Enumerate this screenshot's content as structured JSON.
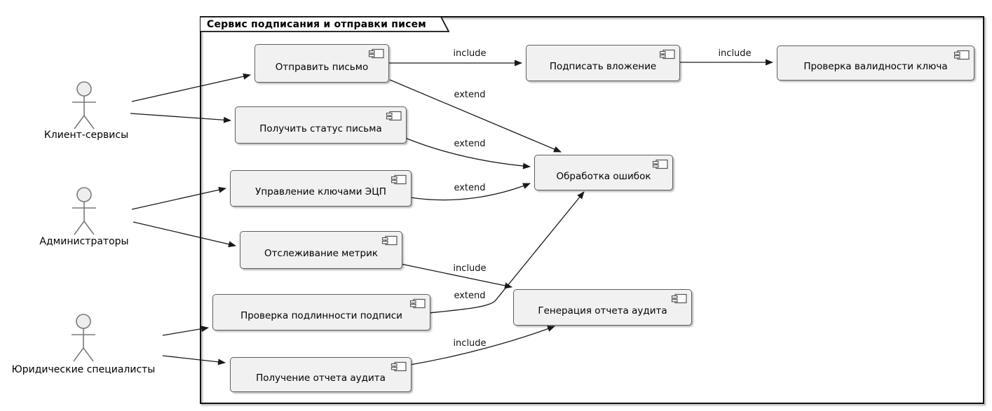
{
  "frame": {
    "title": "Сервис подписания и отправки писем"
  },
  "actors": [
    {
      "id": "client-services",
      "label": "Клиент-сервисы"
    },
    {
      "id": "administrators",
      "label": "Администраторы"
    },
    {
      "id": "legal-specialists",
      "label": "Юридические специалисты"
    }
  ],
  "usecases": [
    {
      "id": "send-letter",
      "label": "Отправить письмо"
    },
    {
      "id": "sign-attachment",
      "label": "Подписать вложение"
    },
    {
      "id": "key-validity-check",
      "label": "Проверка валидности ключа"
    },
    {
      "id": "get-letter-status",
      "label": "Получить статус письма"
    },
    {
      "id": "manage-keys",
      "label": "Управление ключами ЭЦП"
    },
    {
      "id": "error-handling",
      "label": "Обработка ошибок"
    },
    {
      "id": "metrics-tracking",
      "label": "Отслеживание метрик"
    },
    {
      "id": "signature-authenticity-check",
      "label": "Проверка подлинности подписи"
    },
    {
      "id": "audit-report-generation",
      "label": "Генерация отчета аудита"
    },
    {
      "id": "audit-report-retrieval",
      "label": "Получение отчета аудита"
    }
  ],
  "relations": [
    {
      "from": "Отправить письмо",
      "to": "Подписать вложение",
      "label": "include"
    },
    {
      "from": "Подписать вложение",
      "to": "Проверка валидности ключа",
      "label": "include"
    },
    {
      "from": "Отправить письмо",
      "to": "Обработка ошибок",
      "label": "extend"
    },
    {
      "from": "Получить статус письма",
      "to": "Обработка ошибок",
      "label": "extend"
    },
    {
      "from": "Управление ключами ЭЦП",
      "to": "Обработка ошибок",
      "label": "extend"
    },
    {
      "from": "Отслеживание метрик",
      "to": "Генерация отчета аудита",
      "label": "include"
    },
    {
      "from": "Проверка подлинности подписи",
      "to": "Обработка ошибок",
      "label": "extend"
    },
    {
      "from": "Получение отчета аудита",
      "to": "Генерация отчета аудита",
      "label": "include"
    }
  ],
  "associations": [
    {
      "from": "Клиент-сервисы",
      "to": "Отправить письмо"
    },
    {
      "from": "Клиент-сервисы",
      "to": "Получить статус письма"
    },
    {
      "from": "Администраторы",
      "to": "Управление ключами ЭЦП"
    },
    {
      "from": "Администраторы",
      "to": "Отслеживание метрик"
    },
    {
      "from": "Юридические специалисты",
      "to": "Проверка подлинности подписи"
    },
    {
      "from": "Юридические специалисты",
      "to": "Получение отчета аудита"
    }
  ],
  "colors": {
    "background": "#ffffff",
    "box_fill": "#f1f1f1",
    "box_border": "#5f5f5f",
    "frame_border": "#111111",
    "edge": "#1a1a1a",
    "actor": "#7a7a7a",
    "text": "#000000"
  }
}
